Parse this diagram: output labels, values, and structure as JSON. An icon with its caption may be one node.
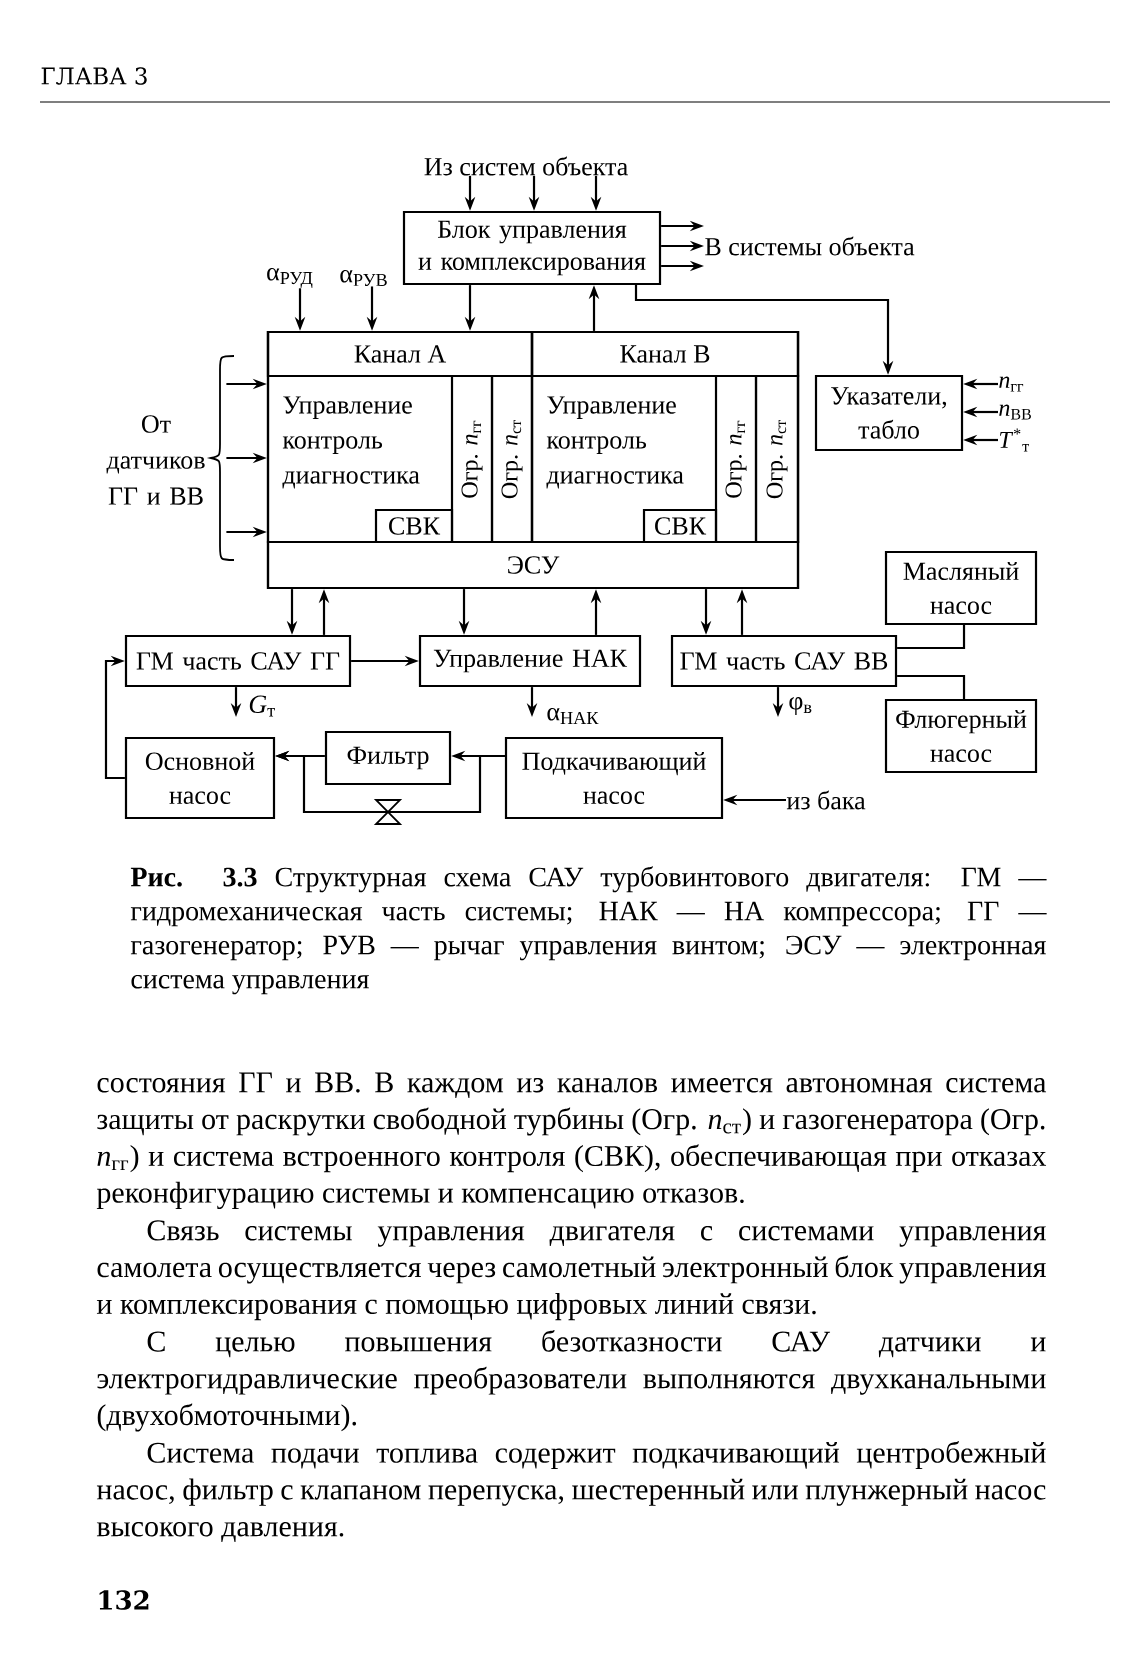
{
  "diagram": {
    "caption": "**Рис. 3.3** Структурная схема САУ турбовинтового двигателя: ГМ — гидромеханическая часть системы; НАК — НА компрессора; ГГ — газогенератор; РУВ — рычаг управления винтом; ЭСУ — электронная система управления",
    "nodes": [
      {
        "text": [
          "Из систем объекта"
        ]
      },
      {
        "text": [
          "Блок управления и комплексирования"
        ]
      },
      {
        "text": [
          "В системы объекта"
        ]
      },
      {
        "text": [
          "α$_{РУД}$"
        ]
      },
      {
        "text": [
          "α$_{РУВ}$"
        ]
      },
      {
        "text": [],
        "shape": "box"
      },
      {
        "text": [
          "Канал А",
          "Управление контроль диагностика"
        ],
        "in": 5
      },
      {
        "text": [
          "СВК"
        ],
        "in": 6
      },
      {
        "text": [
          "Огр. *n*$_{гг}$"
        ],
        "in": 6
      },
      {
        "text": [
          "Огр. *n*$_{ст}$"
        ],
        "in": 6
      },
      {
        "text": [
          "Канал В",
          "Управление контроль диагностика"
        ],
        "in": 5
      },
      {
        "text": [
          "СВК"
        ],
        "in": 10
      },
      {
        "text": [
          "Огр. *n*$_{гг}$"
        ],
        "in": 10
      },
      {
        "text": [
          "Огр. *n*$_{ст}$"
        ],
        "in": 10
      },
      {
        "text": [
          "ЭСУ"
        ],
        "in": 5
      },
      {
        "text": [
          "От датчиков ГГ и ВВ"
        ]
      },
      {
        "text": [
          "Указатели, табло"
        ]
      },
      {
        "text": [
          "*n*$_{гг}$"
        ]
      },
      {
        "text": [
          "*n*$_{ВВ}$"
        ]
      },
      {
        "text": [
          "*T*$^{*}$$_{т}$"
        ]
      },
      {
        "text": [
          "Масляный насос"
        ]
      },
      {
        "text": [
          "ГМ часть САУ ГГ"
        ]
      },
      {
        "text": [
          "Управление НАК"
        ]
      },
      {
        "text": [
          "ГМ часть САУ ВВ"
        ]
      },
      {
        "text": [
          "Флюгерный насос"
        ]
      },
      {
        "text": [
          "Основной насос"
        ]
      },
      {
        "text": [
          "Фильтр"
        ]
      },
      {
        "text": [
          "Подкачивающий насос"
        ]
      },
      {
        "text": [
          "из бака"
        ]
      }
    ],
    "edges": [
      {
        "from": 0,
        "to": 1,
        "arrow": "to"
      },
      {
        "from": 0,
        "to": 1,
        "arrow": "to"
      },
      {
        "from": 0,
        "to": 1,
        "arrow": "to"
      },
      {
        "from": 1,
        "to": 2,
        "arrow": "to"
      },
      {
        "from": 1,
        "to": 2,
        "arrow": "to"
      },
      {
        "from": 1,
        "to": 2,
        "arrow": "to"
      },
      {
        "from": 3,
        "to": 6,
        "arrow": "to"
      },
      {
        "from": 4,
        "to": 6,
        "arrow": "to"
      },
      {
        "from": 1,
        "to": 6,
        "arrow": "to"
      },
      {
        "from": 10,
        "to": 1,
        "arrow": "to"
      },
      {
        "from": 1,
        "to": 16,
        "arrow": "to"
      },
      {
        "from": 15,
        "to": 6,
        "arrow": "to"
      },
      {
        "from": 15,
        "to": 6,
        "arrow": "to"
      },
      {
        "from": 15,
        "to": 6,
        "arrow": "to"
      },
      {
        "from": 17,
        "to": 16,
        "arrow": "to"
      },
      {
        "from": 18,
        "to": 16,
        "arrow": "to"
      },
      {
        "from": 19,
        "to": 16,
        "arrow": "to"
      },
      {
        "from": 14,
        "to": 21,
        "arrow": "to"
      },
      {
        "from": 21,
        "to": 14,
        "arrow": "to"
      },
      {
        "from": 14,
        "to": 22,
        "arrow": "to"
      },
      {
        "from": 22,
        "to": 14,
        "arrow": "to"
      },
      {
        "from": 14,
        "to": 23,
        "arrow": "to"
      },
      {
        "from": 23,
        "to": 14,
        "arrow": "to"
      },
      {
        "from": 21,
        "to": 22,
        "arrow": "to"
      },
      {
        "from": 23,
        "to": 20,
        "arrow": "none"
      },
      {
        "from": 23,
        "to": 24,
        "arrow": "none"
      },
      {
        "from": 21,
        "to": null,
        "arrow": "to",
        "label": "*G*$_{т}$"
      },
      {
        "from": 22,
        "to": null,
        "arrow": "to",
        "label": "α$_{НАК}$"
      },
      {
        "from": 23,
        "to": null,
        "arrow": "to",
        "label": "φ$_{в}$"
      },
      {
        "from": 25,
        "to": 21,
        "arrow": "to"
      },
      {
        "from": 27,
        "to": 26,
        "arrow": "to"
      },
      {
        "from": 26,
        "to": 25,
        "arrow": "to"
      },
      {
        "from": 27,
        "to": 25,
        "arrow": "to"
      },
      {
        "from": 28,
        "to": 27,
        "arrow": "to"
      }
    ],
    "labels": [
      "ГЛАВА 3",
      "состояния ГГ и ВВ. В каждом из каналов имеется автономная система защиты от раскрутки свободной турбины (Огр. *n*$_{ст}$) и газогенератора (Огр. *n*$_{гг}$) и система встроенного контроля (СВК), обеспечивающая при отказах реконфигурацию системы и компенсацию отказов.",
      "Связь системы управления двигателя с системами управления самолета осуществляется через самолетный электронный блок управления и комплексирования с помощью цифровых линий связи.",
      "С целью повышения безотказности САУ датчики и электрогидравлические преобразователи выполняются двухканальными (двухобмоточными).",
      "Система подачи топлива содержит подкачивающий центробежный насос, фильтр с клапаном перепуска, шестеренный или плунжерный насос высокого давления.",
      "132"
    ]
  }
}
